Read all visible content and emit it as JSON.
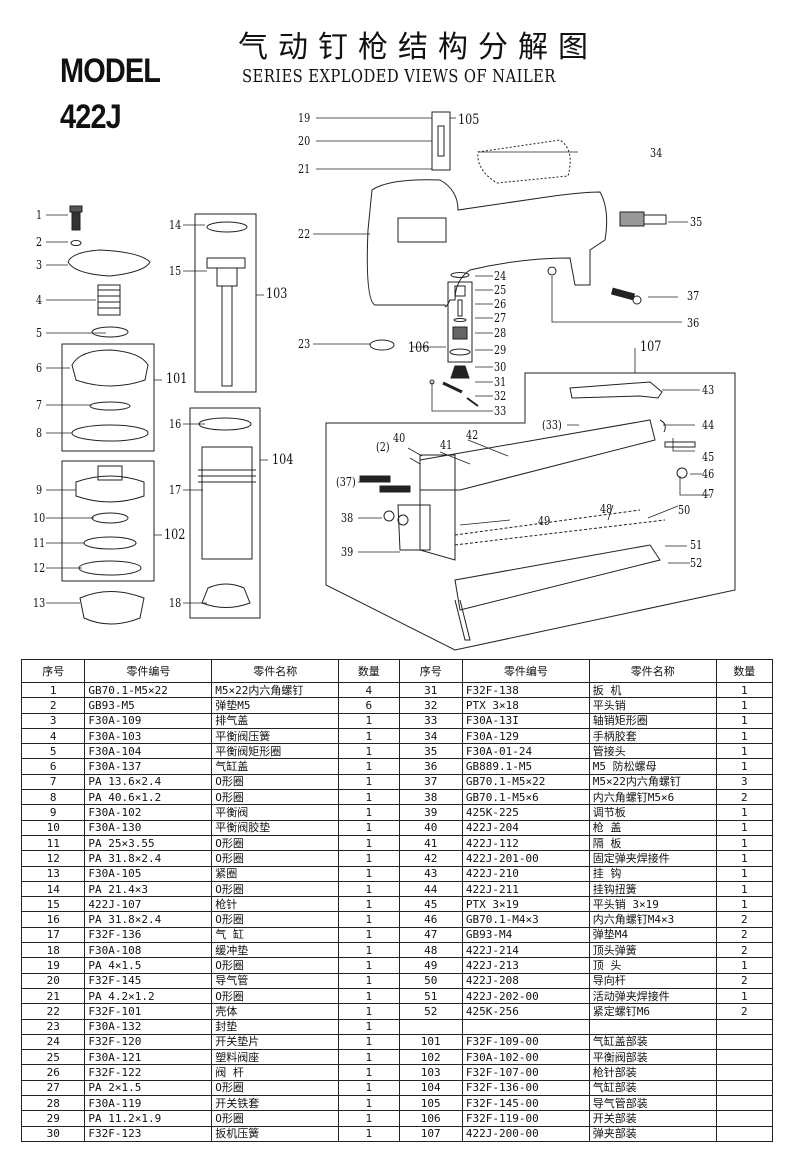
{
  "header": {
    "model_label": "MODEL",
    "model_number": "422J",
    "title_cn": "气动钉枪结构分解图",
    "title_en": "SERIES EXPLODED VIEWS OF NAILER"
  },
  "diagram": {
    "callouts_left": [
      "1",
      "2",
      "3",
      "4",
      "5",
      "6",
      "7",
      "8",
      "9",
      "10",
      "11",
      "12",
      "13"
    ],
    "assembly_boxes": [
      "101",
      "102",
      "103",
      "104",
      "105",
      "106",
      "107"
    ],
    "callouts_middle": [
      "14",
      "15",
      "16",
      "17",
      "18"
    ],
    "callouts_top": [
      "19",
      "20",
      "21",
      "22",
      "23",
      "24",
      "25",
      "26",
      "27",
      "28",
      "29",
      "30",
      "31",
      "32",
      "33",
      "34",
      "35",
      "36",
      "37"
    ],
    "callouts_magazine": [
      "(33)",
      "(2)",
      "40",
      "41",
      "42",
      "43",
      "44",
      "45",
      "46",
      "47",
      "(37)",
      "38",
      "39",
      "48",
      "49",
      "50",
      "51",
      "52"
    ]
  },
  "table": {
    "headers": [
      "序号",
      "零件编号",
      "零件名称",
      "数量",
      "序号",
      "零件编号",
      "零件名称",
      "数量"
    ],
    "rows": [
      {
        "l": [
          "1",
          "GB70.1-M5×22",
          "M5×22内六角螺钉",
          "4"
        ],
        "r": [
          "31",
          "F32F-138",
          "扳 机",
          "1"
        ]
      },
      {
        "l": [
          "2",
          "GB93-M5",
          "弹垫M5",
          "6"
        ],
        "r": [
          "32",
          "PTX 3×18",
          "平头销",
          "1"
        ]
      },
      {
        "l": [
          "3",
          "F30A-109",
          "排气盖",
          "1"
        ],
        "r": [
          "33",
          "F30A-13I",
          "轴销矩形圈",
          "1"
        ]
      },
      {
        "l": [
          "4",
          "F30A-103",
          "平衡阀压簧",
          "1"
        ],
        "r": [
          "34",
          "F30A-129",
          "手柄胶套",
          "1"
        ]
      },
      {
        "l": [
          "5",
          "F30A-104",
          "平衡阀矩形圈",
          "1"
        ],
        "r": [
          "35",
          "F30A-01-24",
          "管接头",
          "1"
        ]
      },
      {
        "l": [
          "6",
          "F30A-137",
          "气缸盖",
          "1"
        ],
        "r": [
          "36",
          "GB889.1-M5",
          "M5 防松螺母",
          "1"
        ]
      },
      {
        "l": [
          "7",
          "PA 13.6×2.4",
          "O形圈",
          "1"
        ],
        "r": [
          "37",
          "GB70.1-M5×22",
          "M5×22内六角螺钉",
          "3"
        ]
      },
      {
        "l": [
          "8",
          "PA 40.6×1.2",
          "O形圈",
          "1"
        ],
        "r": [
          "38",
          "GB70.1-M5×6",
          "内六角螺钉M5×6",
          "2"
        ]
      },
      {
        "l": [
          "9",
          "F30A-102",
          "平衡阀",
          "1"
        ],
        "r": [
          "39",
          "425K-225",
          "调节板",
          "1"
        ]
      },
      {
        "l": [
          "10",
          "F30A-130",
          "平衡阀胶垫",
          "1"
        ],
        "r": [
          "40",
          "422J-204",
          "枪 盖",
          "1"
        ]
      },
      {
        "l": [
          "11",
          "PA 25×3.55",
          "O形圈",
          "1"
        ],
        "r": [
          "41",
          "422J-112",
          "隔 板",
          "1"
        ]
      },
      {
        "l": [
          "12",
          "PA 31.8×2.4",
          "O形圈",
          "1"
        ],
        "r": [
          "42",
          "422J-201-00",
          "固定弹夹焊接件",
          "1"
        ]
      },
      {
        "l": [
          "13",
          "F30A-105",
          "紧圈",
          "1"
        ],
        "r": [
          "43",
          "422J-210",
          "挂 钩",
          "1"
        ]
      },
      {
        "l": [
          "14",
          "PA 21.4×3",
          "O形圈",
          "1"
        ],
        "r": [
          "44",
          "422J-211",
          "挂钩扭簧",
          "1"
        ]
      },
      {
        "l": [
          "15",
          "422J-107",
          "枪针",
          "1"
        ],
        "r": [
          "45",
          "PTX 3×19",
          "平头销 3×19",
          "1"
        ]
      },
      {
        "l": [
          "16",
          "PA 31.8×2.4",
          "O形圈",
          "1"
        ],
        "r": [
          "46",
          "GB70.1-M4×3",
          "内六角螺钉M4×3",
          "2"
        ]
      },
      {
        "l": [
          "17",
          "F32F-136",
          "气 缸",
          "1"
        ],
        "r": [
          "47",
          "GB93-M4",
          "弹垫M4",
          "2"
        ]
      },
      {
        "l": [
          "18",
          "F30A-108",
          "缓冲垫",
          "1"
        ],
        "r": [
          "48",
          "422J-214",
          "顶头弹簧",
          "2"
        ]
      },
      {
        "l": [
          "19",
          "PA 4×1.5",
          "O形圈",
          "1"
        ],
        "r": [
          "49",
          "422J-213",
          "顶 头",
          "1"
        ]
      },
      {
        "l": [
          "20",
          "F32F-145",
          "导气管",
          "1"
        ],
        "r": [
          "50",
          "422J-208",
          "导向杆",
          "2"
        ]
      },
      {
        "l": [
          "21",
          "PA 4.2×1.2",
          "O形圈",
          "1"
        ],
        "r": [
          "51",
          "422J-202-00",
          "活动弹夹焊接件",
          "1"
        ]
      },
      {
        "l": [
          "22",
          "F32F-101",
          "壳体",
          "1"
        ],
        "r": [
          "52",
          "425K-256",
          "紧定螺钉M6",
          "2"
        ]
      },
      {
        "l": [
          "23",
          "F30A-132",
          "封垫",
          "1"
        ],
        "r": [
          "",
          "",
          "",
          ""
        ]
      },
      {
        "l": [
          "24",
          "F32F-120",
          "开关垫片",
          "1"
        ],
        "r": [
          "101",
          "F32F-109-00",
          "气缸盖部装",
          ""
        ]
      },
      {
        "l": [
          "25",
          "F30A-121",
          "塑料阀座",
          "1"
        ],
        "r": [
          "102",
          "F30A-102-00",
          "平衡阀部装",
          ""
        ]
      },
      {
        "l": [
          "26",
          "F32F-122",
          "阀 杆",
          "1"
        ],
        "r": [
          "103",
          "F32F-107-00",
          "枪针部装",
          ""
        ]
      },
      {
        "l": [
          "27",
          "PA 2×1.5",
          "O形圈",
          "1"
        ],
        "r": [
          "104",
          "F32F-136-00",
          "气缸部装",
          ""
        ]
      },
      {
        "l": [
          "28",
          "F30A-119",
          "开关铁套",
          "1"
        ],
        "r": [
          "105",
          "F32F-145-00",
          "导气管部装",
          ""
        ]
      },
      {
        "l": [
          "29",
          "PA 11.2×1.9",
          "O形圈",
          "1"
        ],
        "r": [
          "106",
          "F32F-119-00",
          "开关部装",
          ""
        ]
      },
      {
        "l": [
          "30",
          "F32F-123",
          "扳机压簧",
          "1"
        ],
        "r": [
          "107",
          "422J-200-00",
          "弹夹部装",
          ""
        ]
      }
    ]
  }
}
